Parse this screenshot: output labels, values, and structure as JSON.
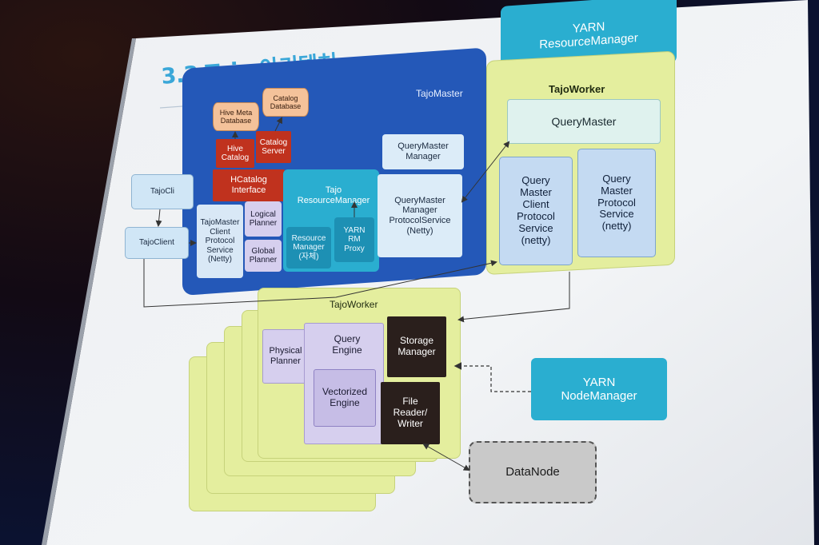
{
  "title": "3.3 Tajo 아키텍처",
  "master": {
    "label": "TajoMaster",
    "hive_meta_db": "Hive Meta\nDatabase",
    "catalog_db": "Catalog\nDatabase",
    "hive_catalog": "Hive\nCatalog",
    "catalog_server": "Catalog\nServer",
    "hcatalog_interface": "HCatalog\nInterface",
    "client_protocol": "TajoMaster\nClient\nProtocol\nService\n(Netty)",
    "logical_planner": "Logical\nPlanner",
    "global_planner": "Global\nPlanner",
    "resource_manager": "Tajo\nResourceManager",
    "rm_self": "Resource\nManager\n(자체)",
    "yarn_rm_proxy": "YARN\nRM\nProxy",
    "qm_manager": "QueryMaster\nManager",
    "qm_manager_protocol": "QueryMaster\nManager\nProtocolService\n(Netty)"
  },
  "client": {
    "tajo_cli": "TajoCli",
    "tajo_client": "TajoClient"
  },
  "yarn_rm": "YARN\nResourceManager",
  "upper_worker": {
    "label": "TajoWorker",
    "query_master": "QueryMaster",
    "qm_client_protocol": "Query\nMaster\nClient\nProtocol\nService\n(netty)",
    "qm_protocol": "Query\nMaster\nProtocol\nService\n(netty)"
  },
  "lower_worker": {
    "label": "TajoWorker",
    "physical_planner": "Physical\nPlanner",
    "query_engine": "Query\nEngine",
    "vectorized_engine": "Vectorized\nEngine",
    "storage_manager": "Storage\nManager",
    "file_rw": "File\nReader/\nWriter"
  },
  "yarn_nm": "YARN\nNodeManager",
  "datanode": "DataNode",
  "colors": {
    "master_blue": "#2458b8",
    "teal": "#2aaed0",
    "worker_yellow": "#e4ee9e",
    "red": "#c0321e",
    "orange": "#f4c29a",
    "lavender": "#d6cfee",
    "dark": "#2a1f1c"
  }
}
